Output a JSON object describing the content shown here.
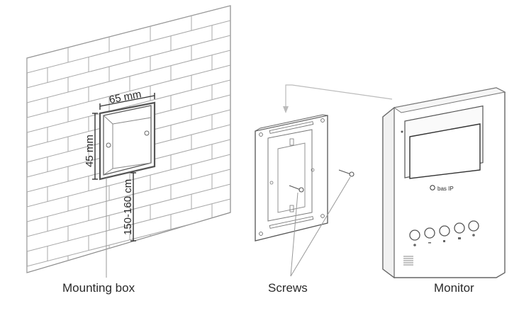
{
  "dimensions": {
    "width": "65 mm",
    "height": "45 mm",
    "mount_height": "150-160 cm"
  },
  "labels": {
    "mounting_box": "Mounting box",
    "screws": "Screws",
    "monitor": "Monitor"
  },
  "brand": {
    "logo_text": "bas IP"
  },
  "colors": {
    "line": "#6e6e6e",
    "light_line": "#b8b8b8",
    "text": "#2a2a2a"
  }
}
